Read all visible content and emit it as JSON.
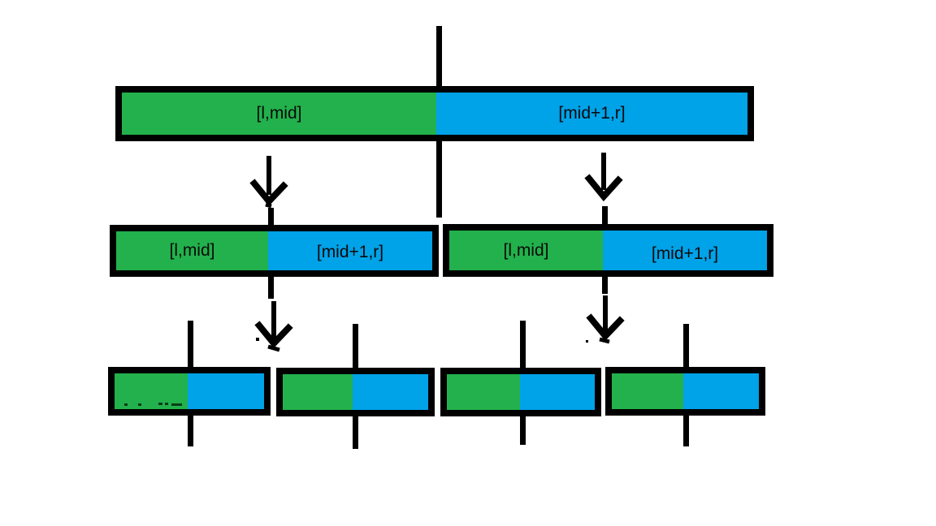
{
  "colors": {
    "segment_green": "#22B14C",
    "segment_blue": "#00A2E8",
    "outline": "#000000"
  },
  "icons": {
    "down_arrow": "hand-drawn down arrow",
    "split_line": "vertical divider stroke"
  },
  "bars": {
    "top": {
      "left_label": "[l,mid]",
      "right_label": "[mid+1,r]"
    },
    "mid_left": {
      "left_label": "[l,mid]",
      "right_label": "[mid+1,r]"
    },
    "mid_right": {
      "left_label": "[l,mid]",
      "right_label": "[mid+1,r]"
    }
  }
}
